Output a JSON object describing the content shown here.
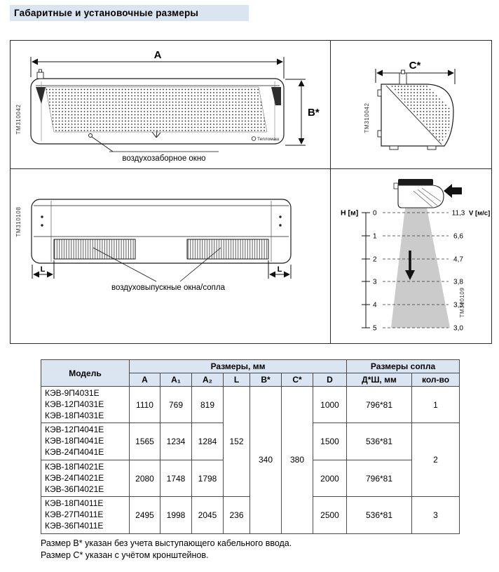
{
  "theme": {
    "header_bg": "#dbe5f1",
    "cone_gray": "#cbcbcb"
  },
  "page": {
    "title": "Габаритные и установочные размеры"
  },
  "drawings": {
    "front": {
      "code": "ТМ310042",
      "dim_a": "A",
      "dim_b": "B*",
      "callout": "воздухозаборное окно",
      "brand": "Тепломаш"
    },
    "side": {
      "code": "ТМ310042",
      "dim_c": "C*"
    },
    "bottom": {
      "code": "ТМ310108",
      "dim_l_left": "L",
      "dim_l_right": "L",
      "callout": "воздуховыпускные окна/сопла"
    },
    "airflow": {
      "code": "ТМ310109",
      "h_label": "H [м]",
      "v_label": "V [м/с]",
      "ticks": [
        {
          "h": "0",
          "v": "11,3"
        },
        {
          "h": "1",
          "v": "6,6"
        },
        {
          "h": "2",
          "v": "4,7"
        },
        {
          "h": "3",
          "v": "3,8"
        },
        {
          "h": "4",
          "v": "3,3"
        },
        {
          "h": "5",
          "v": "3,0"
        }
      ]
    }
  },
  "table": {
    "header": {
      "model": "Модель",
      "dims": "Размеры, мм",
      "nozzle": "Размеры сопла",
      "col_a": "A",
      "col_a1": "A₁",
      "col_a2": "A₂",
      "col_l": "L",
      "col_b": "B*",
      "col_c": "C*",
      "col_d": "D",
      "col_dsh": "Д*Ш, мм",
      "col_qty": "кол-во"
    },
    "shared": {
      "l_123": "152",
      "b": "340",
      "c": "380",
      "qty_23": "2"
    },
    "rows": [
      {
        "models": "КЭВ-9П4031Е\nКЭВ-12П4031Е\nКЭВ-18П4031Е",
        "a": "1110",
        "a1": "769",
        "a2": "819",
        "d": "1000",
        "dsh": "796*81",
        "qty": "1"
      },
      {
        "models": "КЭВ-12П4041Е\nКЭВ-18П4041Е\nКЭВ-24П4041Е",
        "a": "1565",
        "a1": "1234",
        "a2": "1284",
        "d": "1500",
        "dsh": "536*81"
      },
      {
        "models": "КЭВ-18П4021Е\nКЭВ-24П4021Е\nКЭВ-36П4021Е",
        "a": "2080",
        "a1": "1748",
        "a2": "1798",
        "d": "2000",
        "dsh": "796*81"
      },
      {
        "models": "КЭВ-18П4011Е\nКЭВ-27П4011Е\nКЭВ-36П4011Е",
        "a": "2495",
        "a1": "1998",
        "a2": "2045",
        "l": "236",
        "d": "2500",
        "dsh": "536*81",
        "qty": "3"
      }
    ]
  },
  "footnotes": [
    "Размер B* указан без учета выступающего кабельного ввода.",
    "Размер C* указан с учётом кронштейнов."
  ]
}
